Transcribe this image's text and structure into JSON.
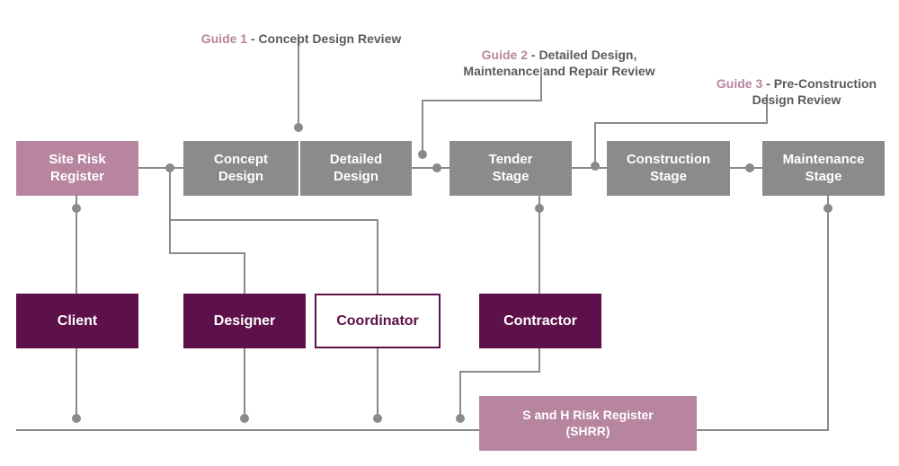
{
  "guides": [
    {
      "number": "Guide 1",
      "text": " - Concept Design Review"
    },
    {
      "number": "Guide 2",
      "text": " - Detailed Design,\nMaintenance and Repair Review"
    },
    {
      "number": "Guide 3",
      "text": " - Pre-Construction\nDesign Review"
    }
  ],
  "stages": {
    "site_risk_register": "Site Risk\nRegister",
    "concept_design": "Concept\nDesign",
    "detailed_design": "Detailed\nDesign",
    "tender_stage": "Tender\nStage",
    "construction_stage": "Construction\nStage",
    "maintenance_stage": "Maintenance\nStage"
  },
  "roles": {
    "client": "Client",
    "designer": "Designer",
    "coordinator": "Coordinator",
    "contractor": "Contractor"
  },
  "shrr": "S and H Risk Register\n(SHRR)",
  "colors": {
    "stage_grey": "#8b8b8d",
    "risk_mauve": "#b7859f",
    "role_plum": "#5d1049",
    "line_grey": "#8a8a8a"
  }
}
